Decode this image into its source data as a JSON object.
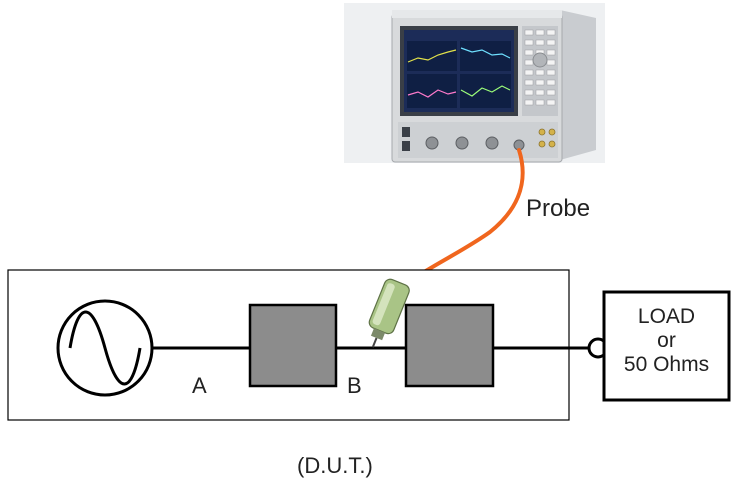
{
  "diagram": {
    "instrument": {
      "kind": "network-analyzer-instrument"
    },
    "probe_label": "Probe",
    "node_a_label": "A",
    "node_b_label": "B",
    "load": {
      "line1": "LOAD",
      "line2": "or",
      "line3": "50 Ohms"
    },
    "dut_label": "(D.U.T.)"
  },
  "colors": {
    "cable": "#f0661e",
    "block_fill": "#8c8c8c",
    "line": "#000000",
    "instrument_body": "#d8dadc",
    "screen": "#1c2c58"
  }
}
